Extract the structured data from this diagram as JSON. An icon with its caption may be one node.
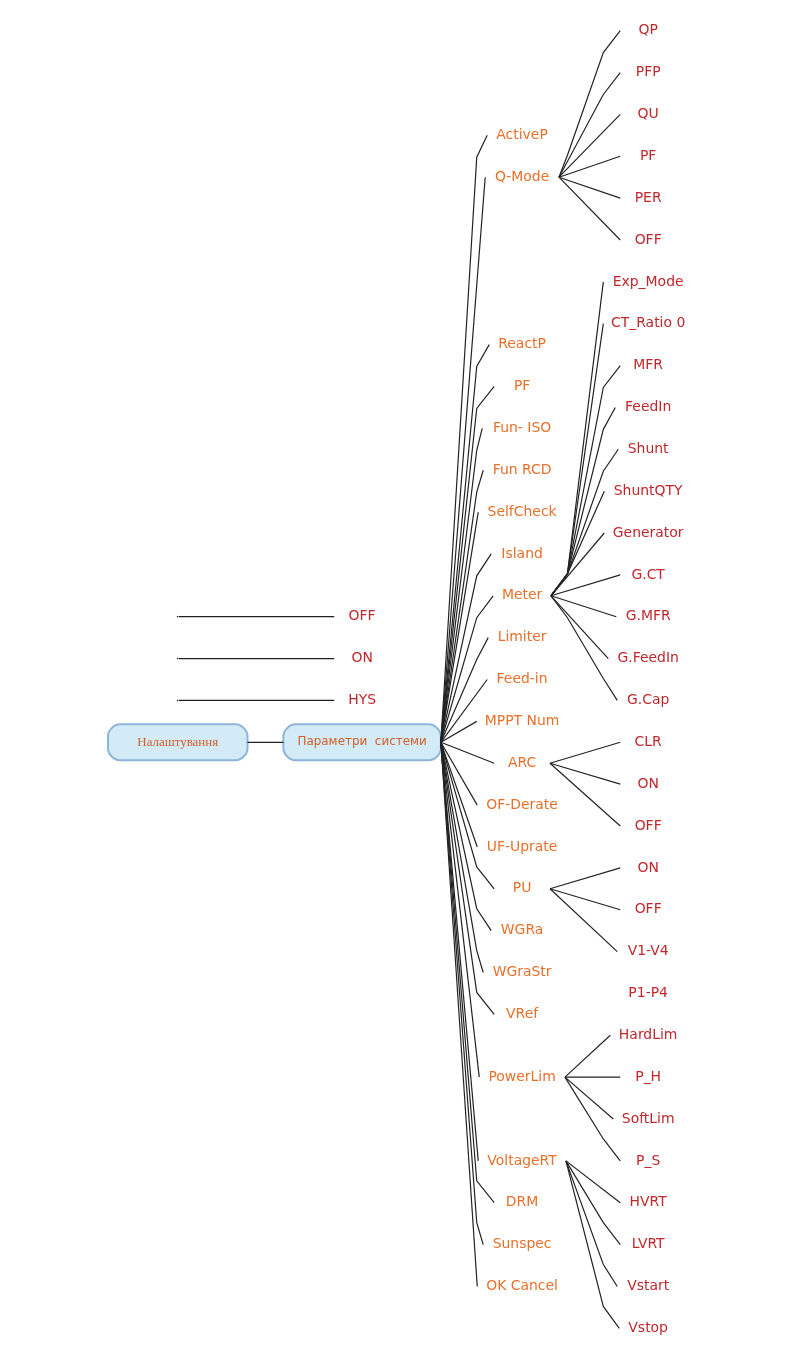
{
  "diagram": {
    "nodes": [
      {
        "text": [
          "Налаштування"
        ]
      },
      {
        "text": [
          "Параметри  системи"
        ]
      },
      {
        "text": [
          "ActiveP"
        ]
      },
      {
        "text": [
          "Q-Mode"
        ]
      },
      {
        "text": [
          "ReactP"
        ]
      },
      {
        "text": [
          "PF"
        ]
      },
      {
        "text": [
          "Fun- ISO"
        ]
      },
      {
        "text": [
          "Fun RCD"
        ]
      },
      {
        "text": [
          "SelfCheck"
        ]
      },
      {
        "text": [
          "Island"
        ]
      },
      {
        "text": [
          "Meter"
        ]
      },
      {
        "text": [
          "Limiter"
        ]
      },
      {
        "text": [
          "Feed-in"
        ]
      },
      {
        "text": [
          "MPPT Num"
        ]
      },
      {
        "text": [
          "ARC"
        ]
      },
      {
        "text": [
          "OF-Derate"
        ]
      },
      {
        "text": [
          "UF-Uprate"
        ]
      },
      {
        "text": [
          "PU"
        ]
      },
      {
        "text": [
          "WGRa"
        ]
      },
      {
        "text": [
          "WGraStr"
        ]
      },
      {
        "text": [
          "VRef"
        ]
      },
      {
        "text": [
          "PowerLim"
        ]
      },
      {
        "text": [
          "VoltageRT"
        ]
      },
      {
        "text": [
          "DRM"
        ]
      },
      {
        "text": [
          "Sunspec"
        ]
      },
      {
        "text": [
          "OK Cancel"
        ]
      },
      {
        "text": [
          "QP"
        ]
      },
      {
        "text": [
          "PFP"
        ]
      },
      {
        "text": [
          "QU"
        ]
      },
      {
        "text": [
          "PF"
        ]
      },
      {
        "text": [
          "PER"
        ]
      },
      {
        "text": [
          "OFF"
        ]
      },
      {
        "text": [
          "Exp_Mode"
        ]
      },
      {
        "text": [
          "CT_Ratio 0"
        ]
      },
      {
        "text": [
          "MFR"
        ]
      },
      {
        "text": [
          "FeedIn"
        ]
      },
      {
        "text": [
          "Shunt"
        ]
      },
      {
        "text": [
          "ShuntQTY"
        ]
      },
      {
        "text": [
          "Generator"
        ]
      },
      {
        "text": [
          "G.CT"
        ]
      },
      {
        "text": [
          "G.MFR"
        ]
      },
      {
        "text": [
          "G.FeedIn"
        ]
      },
      {
        "text": [
          "G.Cap"
        ]
      },
      {
        "text": [
          "CLR"
        ]
      },
      {
        "text": [
          "ON"
        ]
      },
      {
        "text": [
          "OFF"
        ]
      },
      {
        "text": [
          "HYS"
        ]
      },
      {
        "text": [
          "ON"
        ]
      },
      {
        "text": [
          "OFF"
        ]
      },
      {
        "text": [
          "ON"
        ]
      },
      {
        "text": [
          "OFF"
        ]
      },
      {
        "text": [
          "V1-V4"
        ],
        "beside": [
          "P1-P4"
        ]
      },
      {
        "text": [
          "HardLim"
        ]
      },
      {
        "text": [
          "P_H"
        ]
      },
      {
        "text": [
          "SoftLim"
        ]
      },
      {
        "text": [
          "P_S"
        ]
      },
      {
        "text": [
          "HVRT"
        ]
      },
      {
        "text": [
          "LVRT"
        ]
      },
      {
        "text": [
          "Vstart"
        ]
      },
      {
        "text": [
          "Vstop"
        ]
      }
    ],
    "edges": [
      {
        "from": 0,
        "to": 1,
        "arrow": "none"
      },
      {
        "from": 1,
        "to": 2,
        "arrow": "none"
      },
      {
        "from": 1,
        "to": 3,
        "arrow": "none"
      },
      {
        "from": 1,
        "to": 4,
        "arrow": "none"
      },
      {
        "from": 1,
        "to": 5,
        "arrow": "none"
      },
      {
        "from": 1,
        "to": 6,
        "arrow": "none"
      },
      {
        "from": 1,
        "to": 7,
        "arrow": "none"
      },
      {
        "from": 1,
        "to": 8,
        "arrow": "none"
      },
      {
        "from": 1,
        "to": 9,
        "arrow": "none"
      },
      {
        "from": 1,
        "to": 10,
        "arrow": "none"
      },
      {
        "from": 1,
        "to": 11,
        "arrow": "none"
      },
      {
        "from": 1,
        "to": 12,
        "arrow": "none"
      },
      {
        "from": 1,
        "to": 13,
        "arrow": "none"
      },
      {
        "from": 1,
        "to": 14,
        "arrow": "none"
      },
      {
        "from": 1,
        "to": 15,
        "arrow": "none"
      },
      {
        "from": 1,
        "to": 16,
        "arrow": "none"
      },
      {
        "from": 1,
        "to": 17,
        "arrow": "none"
      },
      {
        "from": 1,
        "to": 18,
        "arrow": "none"
      },
      {
        "from": 1,
        "to": 19,
        "arrow": "none"
      },
      {
        "from": 1,
        "to": 20,
        "arrow": "none"
      },
      {
        "from": 1,
        "to": 21,
        "arrow": "none"
      },
      {
        "from": 1,
        "to": 22,
        "arrow": "none"
      },
      {
        "from": 1,
        "to": 23,
        "arrow": "none"
      },
      {
        "from": 1,
        "to": 24,
        "arrow": "none"
      },
      {
        "from": 1,
        "to": 25,
        "arrow": "none"
      },
      {
        "from": 3,
        "to": 26,
        "arrow": "none"
      },
      {
        "from": 3,
        "to": 27,
        "arrow": "none"
      },
      {
        "from": 3,
        "to": 28,
        "arrow": "none"
      },
      {
        "from": 3,
        "to": 29,
        "arrow": "none"
      },
      {
        "from": 3,
        "to": 30,
        "arrow": "none"
      },
      {
        "from": 3,
        "to": 31,
        "arrow": "none"
      },
      {
        "from": 10,
        "to": 32,
        "arrow": "none"
      },
      {
        "from": 10,
        "to": 33,
        "arrow": "none"
      },
      {
        "from": 10,
        "to": 34,
        "arrow": "none"
      },
      {
        "from": 10,
        "to": 35,
        "arrow": "none"
      },
      {
        "from": 10,
        "to": 36,
        "arrow": "none"
      },
      {
        "from": 10,
        "to": 37,
        "arrow": "none"
      },
      {
        "from": 10,
        "to": 38,
        "arrow": "none"
      },
      {
        "from": 10,
        "to": 39,
        "arrow": "none"
      },
      {
        "from": 10,
        "to": 40,
        "arrow": "none"
      },
      {
        "from": 10,
        "to": 41,
        "arrow": "none"
      },
      {
        "from": 10,
        "to": 42,
        "arrow": "none"
      },
      {
        "from": 14,
        "to": 43,
        "arrow": "none"
      },
      {
        "from": 14,
        "to": 44,
        "arrow": "none"
      },
      {
        "from": 14,
        "to": 45,
        "arrow": "none"
      },
      {
        "from": null,
        "to": 46,
        "arrow": "none"
      },
      {
        "from": null,
        "to": 47,
        "arrow": "none"
      },
      {
        "from": null,
        "to": 48,
        "arrow": "none"
      },
      {
        "from": 17,
        "to": 49,
        "arrow": "none"
      },
      {
        "from": 17,
        "to": 50,
        "arrow": "none"
      },
      {
        "from": 17,
        "to": 51,
        "arrow": "none"
      },
      {
        "from": 21,
        "to": 52,
        "arrow": "none"
      },
      {
        "from": 21,
        "to": 53,
        "arrow": "none"
      },
      {
        "from": 21,
        "to": 54,
        "arrow": "none"
      },
      {
        "from": 21,
        "to": 55,
        "arrow": "none"
      },
      {
        "from": 22,
        "to": 56,
        "arrow": "none"
      },
      {
        "from": 22,
        "to": 57,
        "arrow": "none"
      },
      {
        "from": 22,
        "to": 58,
        "arrow": "none"
      },
      {
        "from": 22,
        "to": 59,
        "arrow": "none"
      }
    ]
  }
}
